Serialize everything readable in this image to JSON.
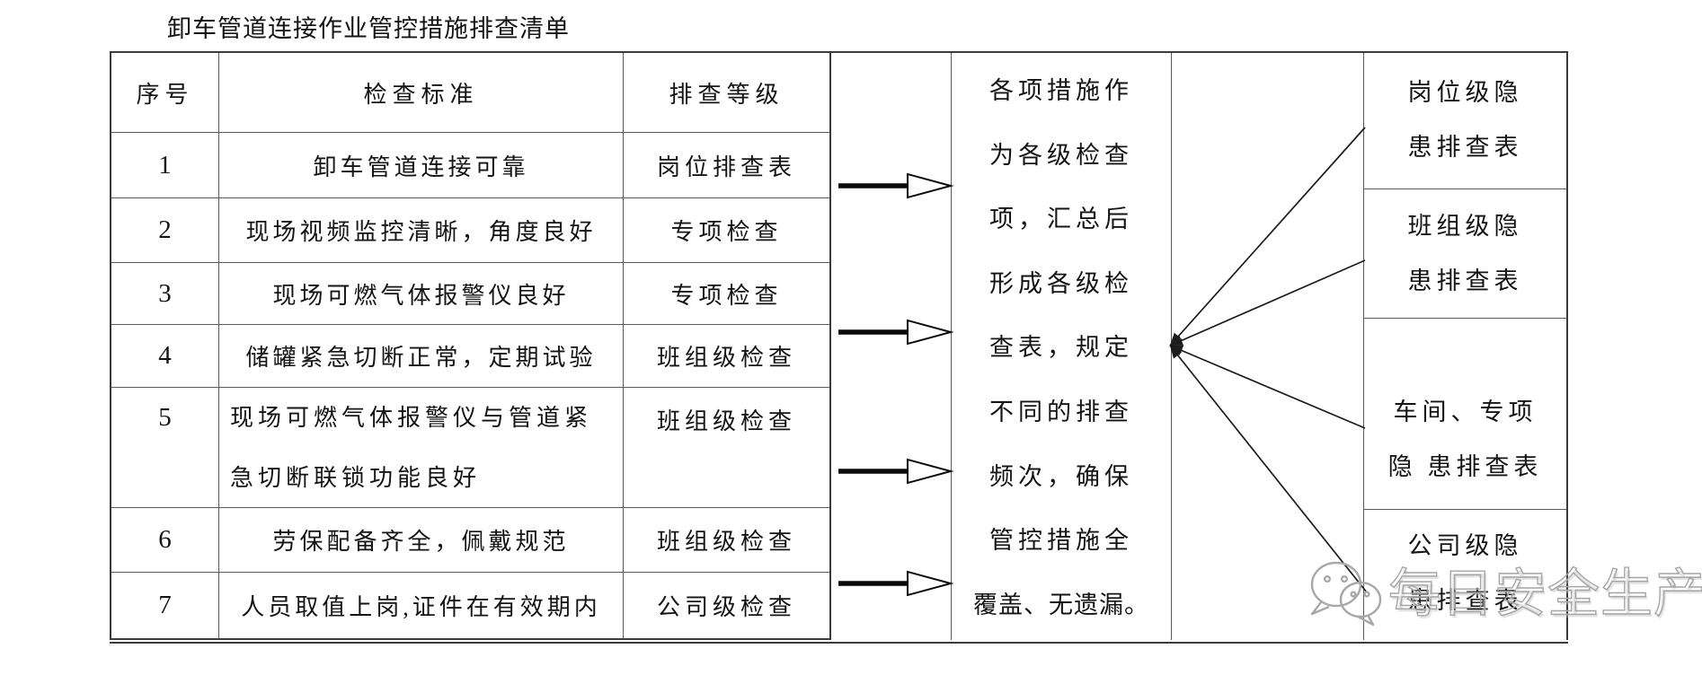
{
  "page": {
    "title": "卸车管道连接作业管控措施排查清单"
  },
  "table": {
    "headers": [
      "序号",
      "检查标准",
      "排查等级"
    ],
    "rows": [
      {
        "no": "1",
        "standard": "卸车管道连接可靠",
        "level": "岗位排查表"
      },
      {
        "no": "2",
        "standard": "现场视频监控清晰，角度良好",
        "level": "专项检查"
      },
      {
        "no": "3",
        "standard": "现场可燃气体报警仪良好",
        "level": "专项检查"
      },
      {
        "no": "4",
        "standard": "储罐紧急切断正常，定期试验",
        "level": "班组级检查"
      },
      {
        "no": "5",
        "standard": "现场可燃气体报警仪与管道紧急切断联锁功能良好",
        "level": "班组级检查"
      },
      {
        "no": "6",
        "standard": "劳保配备齐全，佩戴规范",
        "level": "班组级检查"
      },
      {
        "no": "7",
        "standard": "人员取值上岗,证件在有效期内",
        "level": "公司级检查"
      }
    ]
  },
  "summary_box": {
    "lines": [
      "各项措施作",
      "为各级检查",
      "项，汇总后",
      "形成各级检",
      "查表，规定",
      "不同的排查",
      "频次，确保",
      "管控措施全",
      "覆盖、无遗漏。"
    ]
  },
  "output_boxes": [
    {
      "lines": [
        "岗位级隐",
        "患排查表"
      ]
    },
    {
      "lines": [
        "班组级隐",
        "患排查表"
      ]
    },
    {
      "lines": [
        "车间、专项",
        "隐 患排查表"
      ]
    },
    {
      "lines": [
        "公司级隐",
        "患排查表"
      ]
    }
  ],
  "diagram": {
    "flow_arrow_icon": "hollow-right-arrow-icon",
    "fan_arrow_icon": "converging-arrowheads-icon"
  },
  "watermark": {
    "text": "每日安全生产",
    "icon": "wechat-icon",
    "color": "#a5a5a5"
  },
  "colors": {
    "background": "#ffffff",
    "text": "#141414",
    "border_outer": "#3b3b3b",
    "border_inner": "#5a5a5a"
  }
}
